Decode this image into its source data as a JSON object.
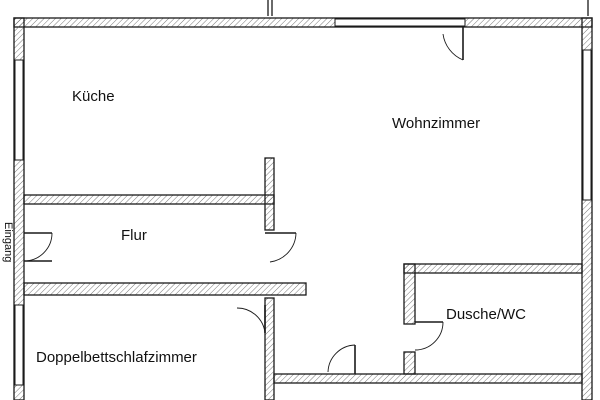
{
  "rooms": {
    "kitchen": "Küche",
    "living": "Wohnzimmer",
    "hall": "Flur",
    "shower": "Dusche/WC",
    "bedroom": "Doppelbettschlafzimmer"
  },
  "entrance_label": "Eingang",
  "colors": {
    "wall_stroke": "#1a1a1a",
    "background": "#ffffff"
  }
}
